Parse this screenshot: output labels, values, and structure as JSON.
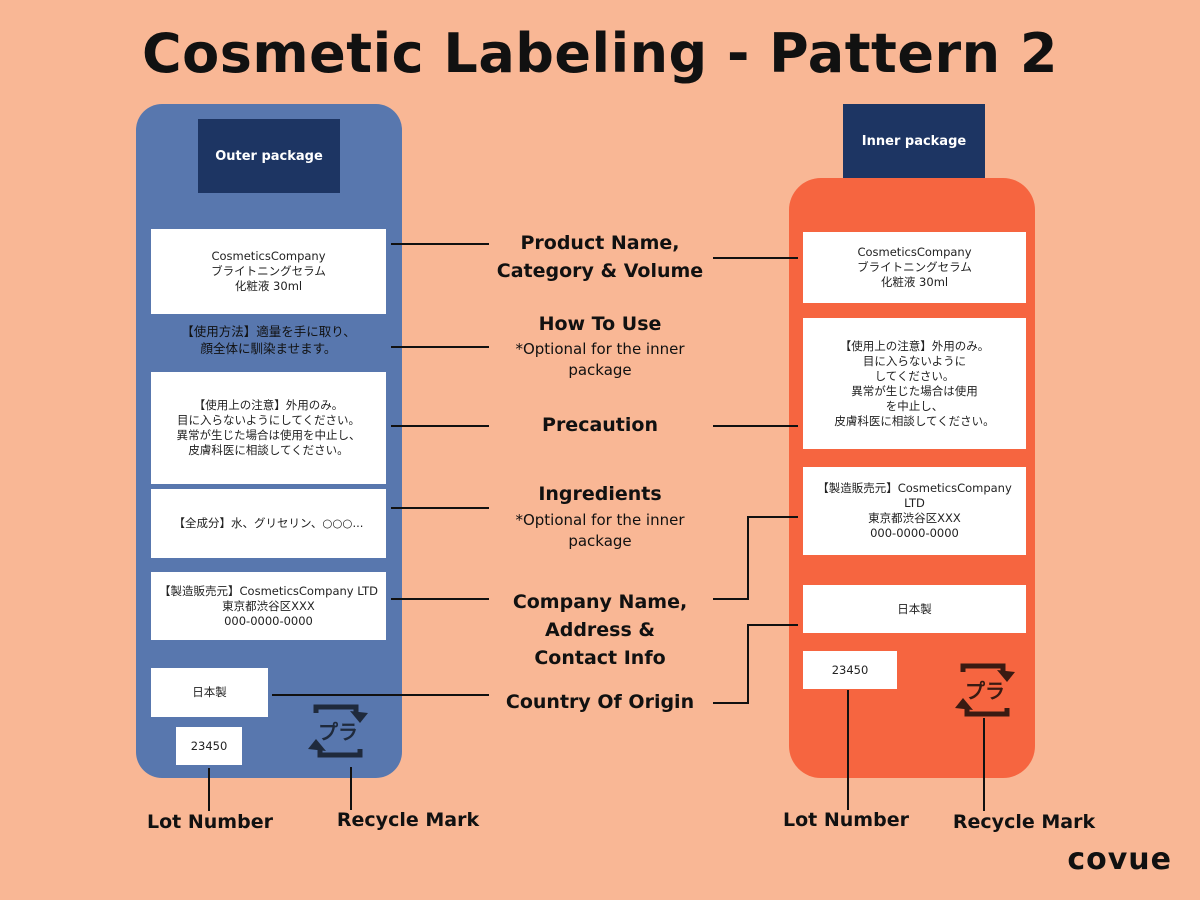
{
  "title": "Cosmetic Labeling - Pattern 2",
  "outer": {
    "header": "Outer package",
    "product": "CosmeticsCompany\nブライトニングセラム\n化粧液 30ml",
    "how_to_use": "【使用方法】適量を手に取り、\n顔全体に馴染ませます。",
    "precaution": "【使用上の注意】外用のみ。\n目に入らないようにしてください。\n異常が生じた場合は使用を中止し、\n皮膚科医に相談してください。",
    "ingredients": "【全成分】水、グリセリン、○○○...",
    "company": "【製造販売元】CosmeticsCompany LTD\n東京都渋谷区XXX\n000-0000-0000",
    "origin": "日本製",
    "lot": "23450",
    "recycle_text": "プラ"
  },
  "inner": {
    "header": "Inner package",
    "product": "CosmeticsCompany\nブライトニングセラム\n化粧液 30ml",
    "precaution": "【使用上の注意】外用のみ。\n目に入らないように\nしてください。\n異常が生じた場合は使用\nを中止し、\n皮膚科医に相談してください。",
    "company": "【製造販売元】CosmeticsCompany\nLTD\n東京都渋谷区XXX\n000-0000-0000",
    "origin": "日本製",
    "lot": "23450",
    "recycle_text": "プラ"
  },
  "labels": {
    "product": "Product Name,\nCategory & Volume",
    "how_to_use": "How To Use",
    "how_to_use_note": "*Optional for the inner\npackage",
    "precaution": "Precaution",
    "ingredients": "Ingredients",
    "ingredients_note": "*Optional for the inner\npackage",
    "company": "Company Name,\nAddress &\nContact Info",
    "origin": "Country Of Origin"
  },
  "bottom": {
    "outer_lot": "Lot Number",
    "outer_recycle": "Recycle Mark",
    "inner_lot": "Lot Number",
    "inner_recycle": "Recycle Mark"
  },
  "logo": "covue",
  "colors": {
    "background": "#f9b795",
    "outer_package": "#5877ae",
    "inner_package": "#f66540",
    "cap": "#1d3563"
  }
}
